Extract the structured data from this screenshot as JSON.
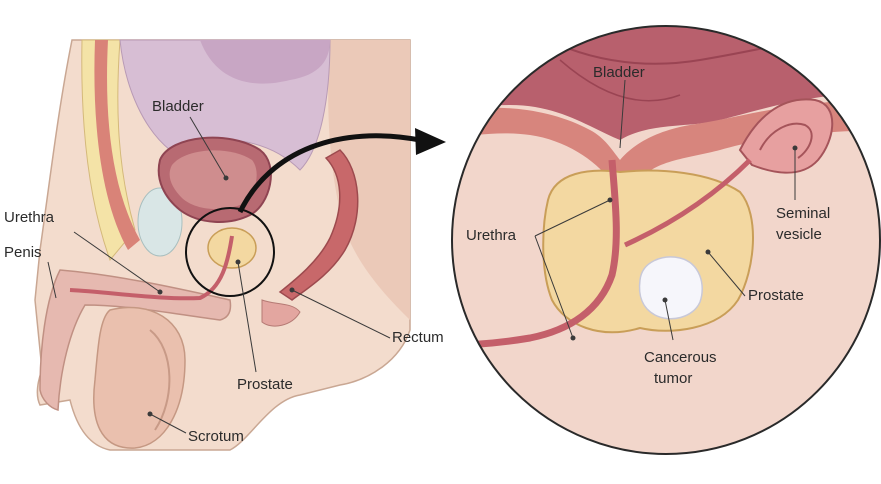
{
  "left_labels": {
    "bladder": "Bladder",
    "urethra": "Urethra",
    "penis": "Penis",
    "rectum": "Rectum",
    "prostate": "Prostate",
    "scrotum": "Scrotum"
  },
  "right_labels": {
    "bladder": "Bladder",
    "urethra": "Urethra",
    "seminal_vesicle_line1": "Seminal",
    "seminal_vesicle_line2": "vesicle",
    "prostate": "Prostate",
    "tumor_line1": "Cancerous",
    "tumor_line2": "tumor"
  },
  "colors": {
    "skin": "#f3dccd",
    "skin_shadow": "#e7c2ad",
    "bladder": "#c9828a",
    "bladder_dark": "#a94e5d",
    "fat": "#f4e3a7",
    "prostate": "#f3d8a1",
    "urethra": "#c45f6a",
    "tumor": "#f6f6fb",
    "inset_bg": "#f2d6cb",
    "outline": "#3a3a3a",
    "arrow": "#111111"
  }
}
